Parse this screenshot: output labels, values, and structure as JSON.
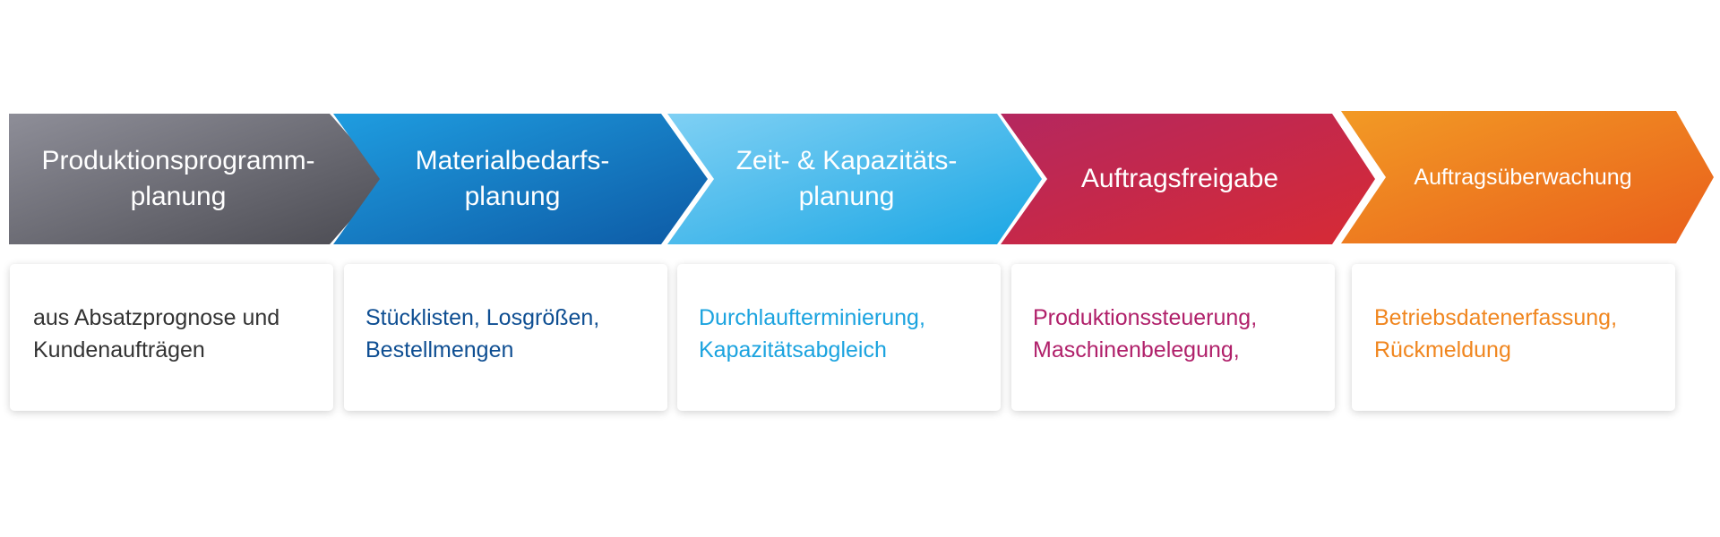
{
  "steps": [
    {
      "title_line1": "Produktionsprogramm-",
      "title_line2": "planung",
      "desc_line1": "aus Absatzprognose und",
      "desc_line2": "Kundenaufträgen",
      "color_start": "#8e8e98",
      "color_end": "#4b4b52",
      "text_color": "#333333"
    },
    {
      "title_line1": "Materialbedarfs-",
      "title_line2": "planung",
      "desc_line1": "Stücklisten, Losgrößen,",
      "desc_line2": "Bestellmengen",
      "color_start": "#1f9de0",
      "color_end": "#0d5aa5",
      "text_color": "#0e4e92"
    },
    {
      "title_line1": "Zeit- & Kapazitäts-",
      "title_line2": "planung",
      "desc_line1": "Durchlaufterminierung,",
      "desc_line2": "Kapazitätsabgleich",
      "color_start": "#7fd0f4",
      "color_end": "#1aa6e4",
      "text_color": "#1ba3df"
    },
    {
      "title_line1": "Auftragsfreigabe",
      "title_line2": "",
      "desc_line1": "Produktionssteuerung,",
      "desc_line2": "Maschinenbelegung,",
      "color_start": "#b4275f",
      "color_end": "#d72a34",
      "text_color": "#b0206a"
    },
    {
      "title_line1": "Auftragsüberwachung",
      "title_line2": "",
      "desc_line1": "Betriebsdatenerfassung,",
      "desc_line2": "Rückmeldung",
      "color_start": "#f29a25",
      "color_end": "#e95f1b",
      "text_color": "#f0861f"
    }
  ]
}
